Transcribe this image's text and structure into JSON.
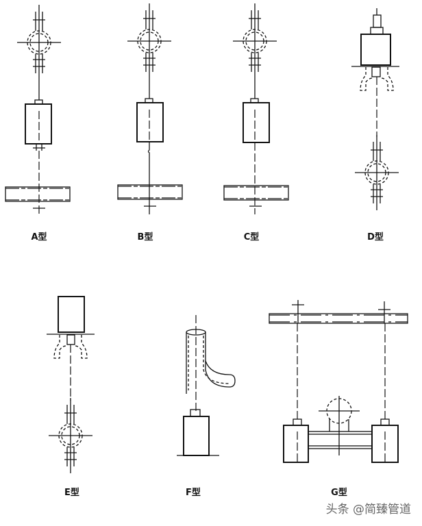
{
  "labels": {
    "a": "A型",
    "b": "B型",
    "c": "C型",
    "d": "D型",
    "e": "E型",
    "f": "F型",
    "g": "G型"
  },
  "watermark": "头条 @简臻管道"
}
